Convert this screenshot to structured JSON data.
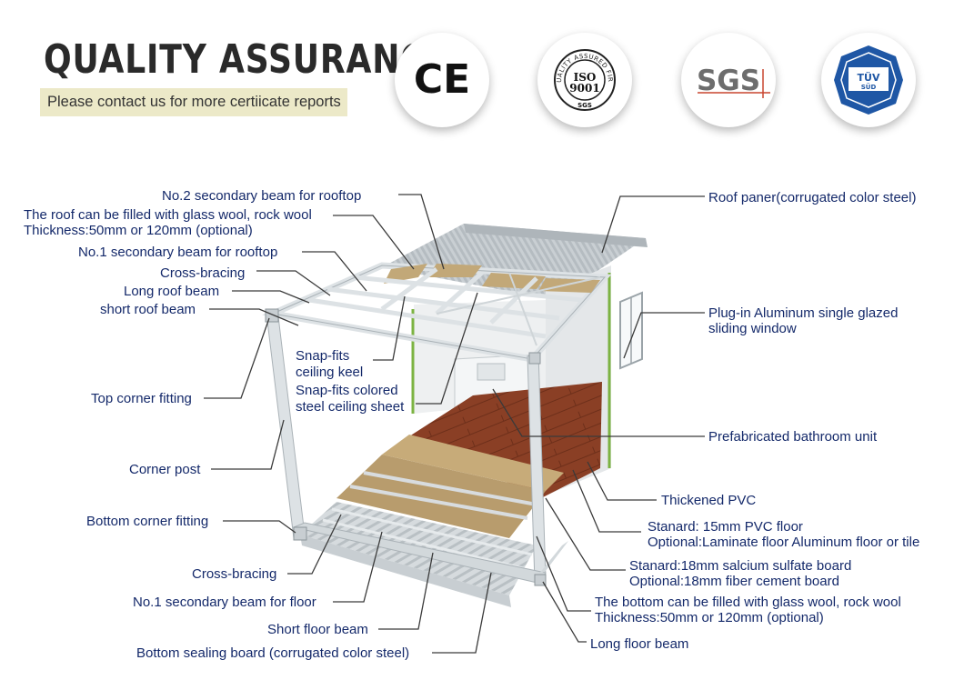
{
  "header": {
    "title": "QUALITY ASSURANCE",
    "subtitle": "Please contact us for more certiicate reports"
  },
  "certificates": [
    {
      "name": "ce-mark",
      "text": "CE"
    },
    {
      "name": "iso-9001-badge",
      "text": "ISO 9001",
      "ring_text": "QUALITY ASSURED FIRM",
      "sub_text": "SGS"
    },
    {
      "name": "sgs-badge",
      "text": "SGS"
    },
    {
      "name": "tuv-sud-badge",
      "text": "TÜV SÜD"
    }
  ],
  "colors": {
    "label_text": "#14296a",
    "title_text": "#2a2a2a",
    "subtitle_bg": "#ece9c8",
    "frame_steel": "#dde2e5",
    "wood_floor": "#8a3f25",
    "mineral_board": "#b89c6d"
  },
  "labels": {
    "no2_secondary_roof_beam": "No.2 secondary beam for rooftop",
    "roof_fill_line1": "The roof can be filled with glass wool, rock wool",
    "roof_fill_line2": "Thickness:50mm or 120mm (optional)",
    "no1_secondary_roof_beam": "No.1 secondary beam for rooftop",
    "cross_bracing_top": "Cross-bracing",
    "long_roof_beam": "Long roof beam",
    "short_roof_beam": "short roof beam",
    "snap_fits_keel_line1": "Snap-fits",
    "snap_fits_keel_line2": "ceiling keel",
    "snap_fits_sheet_line1": "Snap-fits colored",
    "snap_fits_sheet_line2": "steel ceiling sheet",
    "top_corner_fitting": "Top corner fitting",
    "corner_post": "Corner post",
    "bottom_corner_fitting": "Bottom corner fitting",
    "cross_bracing_bottom": "Cross-bracing",
    "no1_secondary_floor_beam": "No.1 secondary beam for floor",
    "short_floor_beam": "Short floor beam",
    "bottom_sealing_board": "Bottom sealing board (corrugated color steel)",
    "roof_panel": "Roof paner(corrugated color steel)",
    "window_line1": "Plug-in Aluminum single glazed",
    "window_line2": "sliding window",
    "bathroom_unit": "Prefabricated bathroom unit",
    "thickened_pvc": "Thickened PVC",
    "floor_std_line1": "Stanard: 15mm PVC floor",
    "floor_std_line2": "Optional:Laminate floor Aluminum floor or tile",
    "board_std_line1": "Stanard:18mm salcium sulfate board",
    "board_std_line2": "Optional:18mm fiber cement board",
    "bottom_fill_line1": "The bottom can be filled with glass wool, rock wool",
    "bottom_fill_line2": "Thickness:50mm or 120mm (optional)",
    "long_floor_beam": "Long floor beam"
  }
}
